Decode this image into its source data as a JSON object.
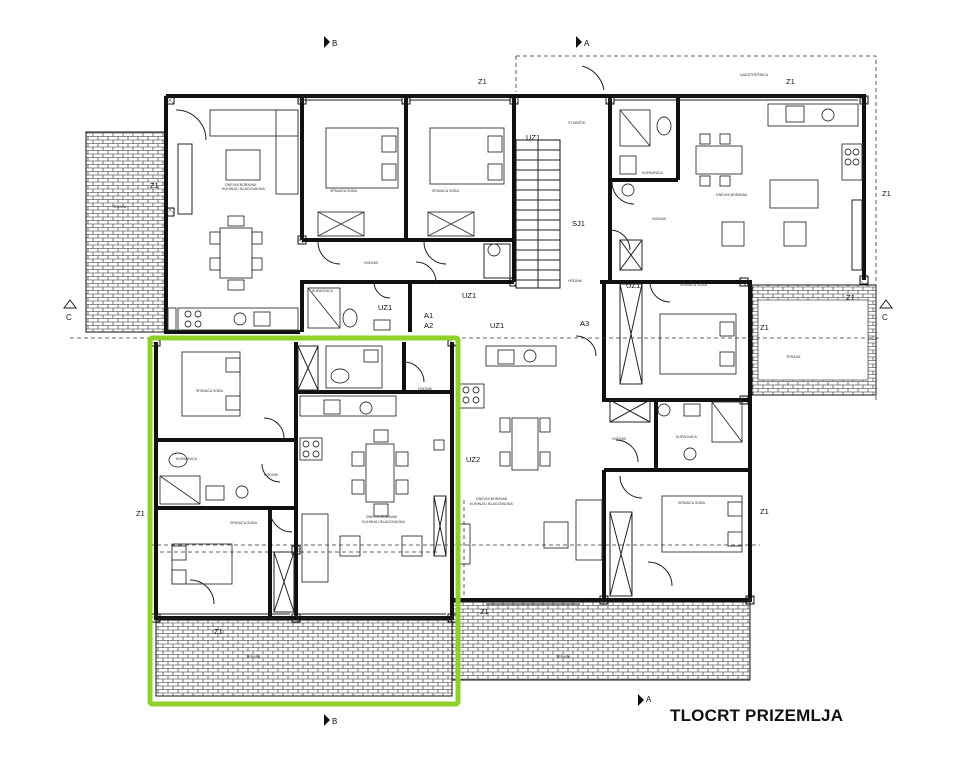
{
  "drawing": {
    "title": "TLOCRT PRIZEMLJA",
    "highlight_color": "#8fd12a",
    "section_marks": {
      "a_top": "A",
      "b_top": "B",
      "c_left": "C",
      "c_right": "C",
      "a_bottom": "A",
      "b_bottom": "B"
    },
    "tags": {
      "z1_a": "Z1",
      "z1_b": "Z1",
      "z1_c": "Z1",
      "z1_d": "Z1",
      "z1_e": "Z1",
      "z1_f": "Z1",
      "z1_g": "Z1",
      "z1_h": "Z1",
      "z1_i": "Z1",
      "z1_j": "Z1",
      "uz1_a": "UZ1",
      "uz1_b": "UZ1",
      "uz1_c": "UZ1",
      "uz1_d": "UZ1",
      "uz1_e": "UZ1",
      "uz2": "UZ2",
      "sj1": "SJ1",
      "a1": "A1",
      "a2": "A2",
      "a3": "A3"
    }
  }
}
